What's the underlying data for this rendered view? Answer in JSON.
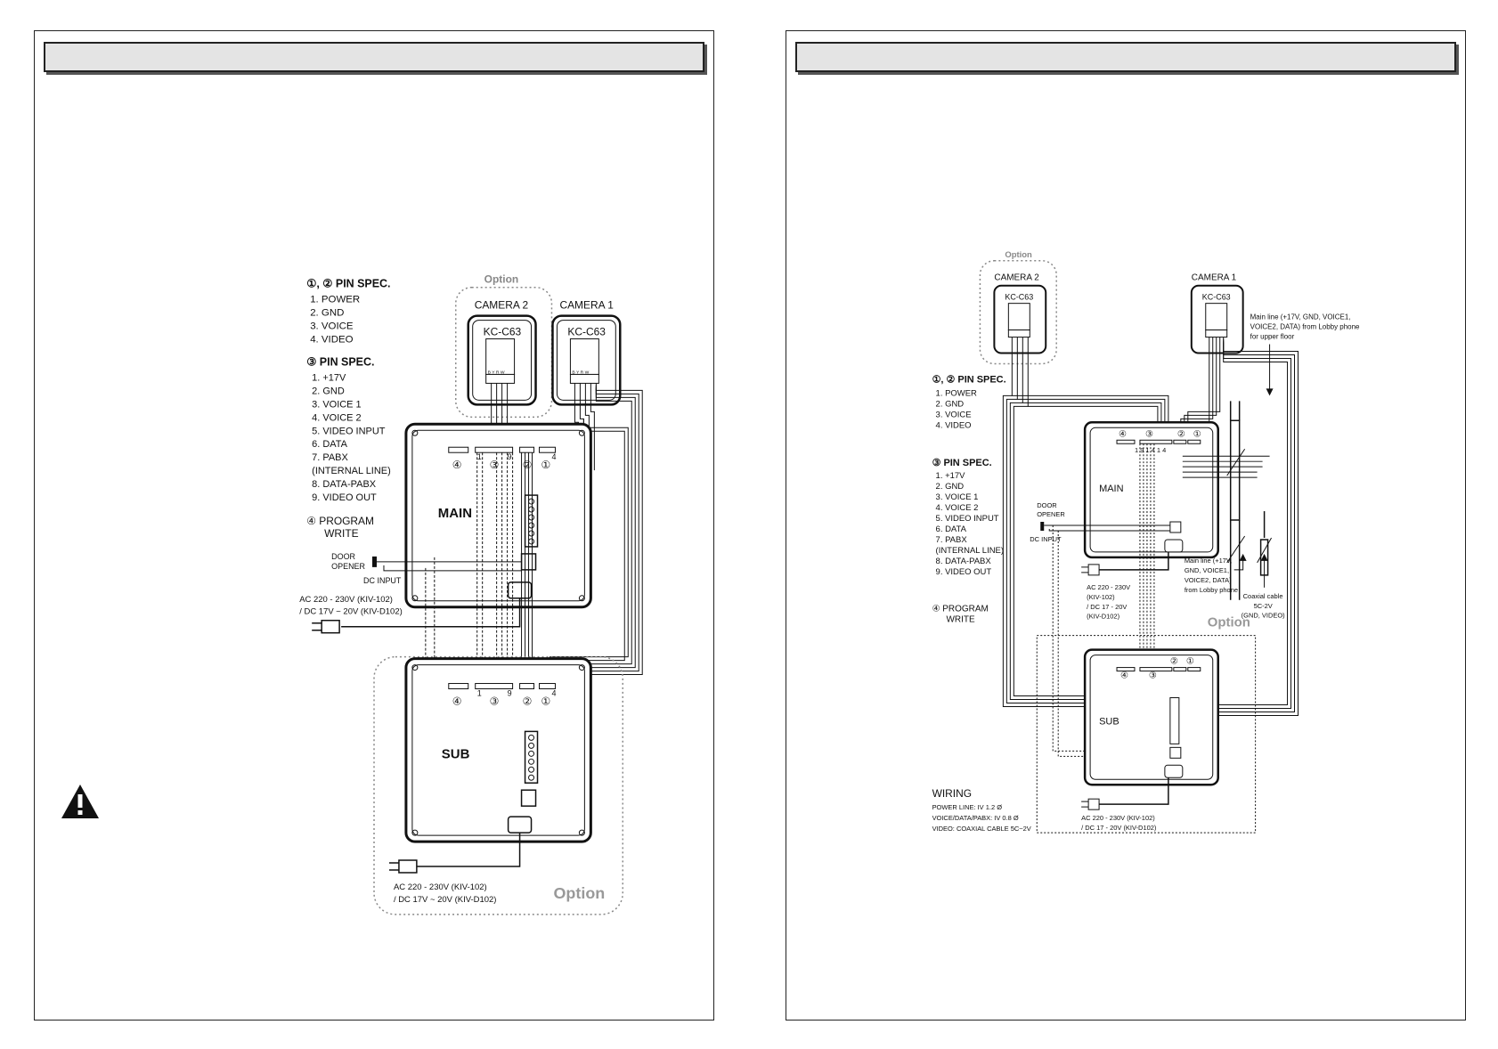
{
  "left_page": {
    "pin12_title": "①, ② PIN SPEC.",
    "pin12_items": [
      "1. POWER",
      "2. GND",
      "3. VOICE",
      "4. VIDEO"
    ],
    "pin3_title": "③ PIN SPEC.",
    "pin3_items": [
      "1. +17V",
      "2. GND",
      "3. VOICE 1",
      "4. VOICE 2",
      "5. VIDEO INPUT",
      "6. DATA",
      "7. PABX",
      "(INTERNAL LINE)",
      "8. DATA-PABX",
      "9. VIDEO OUT"
    ],
    "pin4_title": "④ PROGRAM",
    "pin4_sub": "WRITE",
    "option_top": "Option",
    "camera2": "CAMERA 2",
    "camera1": "CAMERA 1",
    "camera_model": "KC-C63",
    "cam_pins": "B Y R W",
    "main_label": "MAIN",
    "sub_label": "SUB",
    "conn4": "④",
    "conn3": "③",
    "conn2": "②",
    "conn1": "①",
    "pin_1": "1",
    "pin_9": "9",
    "pin_4": "4",
    "door_opener_1": "DOOR",
    "door_opener_2": "OPENER",
    "dc_input": "DC INPUT",
    "ac_main_1": "AC 220 - 230V (KIV-102)",
    "ac_main_2": "/ DC 17V ~ 20V (KIV-D102)",
    "ac_sub_1": "AC 220 - 230V (KIV-102)",
    "ac_sub_2": "/ DC 17V ~ 20V (KIV-D102)",
    "option_bottom": "Option",
    "warning_icon": "warning-triangle-icon"
  },
  "right_page": {
    "option_top": "Option",
    "camera2": "CAMERA 2",
    "camera1": "CAMERA 1",
    "camera_model": "KC-C63",
    "mainline_top_1": "Main line (+17V, GND, VOICE1,",
    "mainline_top_2": "VOICE2, DATA) from Lobby phone",
    "mainline_top_3": "for upper floor",
    "pin12_title": "①, ② PIN SPEC.",
    "pin12_items": [
      "1. POWER",
      "2. GND",
      "3. VOICE",
      "4. VIDEO"
    ],
    "pin3_title": "③ PIN SPEC.",
    "pin3_items": [
      "1. +17V",
      "2. GND",
      "3. VOICE 1",
      "4. VOICE 2",
      "5. VIDEO INPUT",
      "6. DATA",
      "7. PABX",
      "(INTERNAL LINE)",
      "8. DATA-PABX",
      "9. VIDEO OUT"
    ],
    "pin4_title": "④ PROGRAM",
    "pin4_sub": "WRITE",
    "main_label": "MAIN",
    "sub_label": "SUB",
    "conn4": "④",
    "conn3": "③",
    "conn2": "②",
    "conn1": "①",
    "pin_row": "1    9 1  4 1  4",
    "door_opener_1": "DOOR",
    "door_opener_2": "OPENER",
    "dc_input": "DC INPUT",
    "ac_main_1": "AC 220 - 230V",
    "ac_main_2": "(KIV-102)",
    "ac_main_3": "/ DC 17 - 20V",
    "ac_main_4": "(KIV-D102)",
    "mainline_bottom_1": "Main line (+17V,",
    "mainline_bottom_2": "GND, VOICE1,",
    "mainline_bottom_3": "VOICE2, DATA)",
    "mainline_bottom_4": "from Lobby phone",
    "coax_1": "Coaxial cable",
    "coax_2": "5C-2V",
    "coax_3": "(GND, VIDEO)",
    "option_mid": "Option",
    "ac_sub_1": "AC 220 - 230V (KIV-102)",
    "ac_sub_2": "/ DC 17 - 20V (KIV-D102)",
    "wiring_title": "WIRING",
    "wiring_power": "POWER LINE: IV 1.2 Ø",
    "wiring_voice": "VOICE/DATA/PABX: IV 0.8 Ø",
    "wiring_video": "VIDEO: COAXIAL CABLE 5C~2V"
  }
}
